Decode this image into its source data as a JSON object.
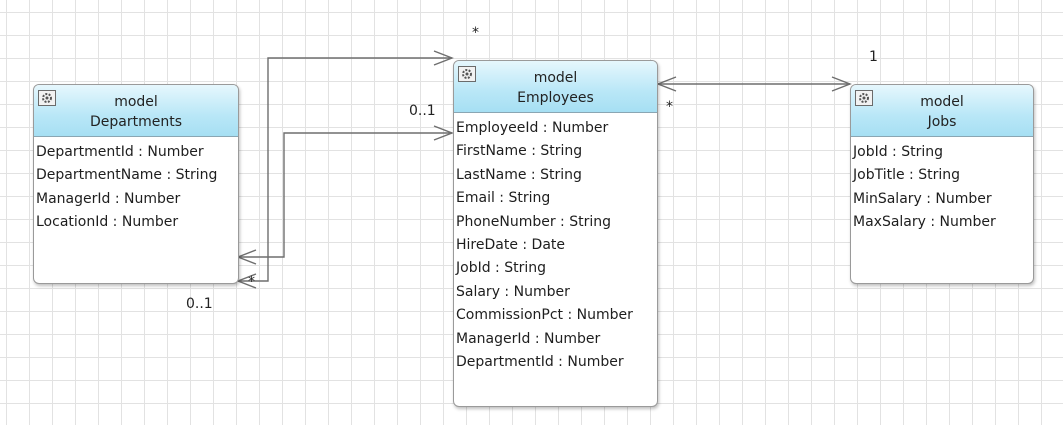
{
  "entities": {
    "departments": {
      "stereotype": "model",
      "name": "Departments",
      "attributes": [
        "DepartmentId : Number",
        "DepartmentName : String",
        "ManagerId : Number",
        "LocationId : Number"
      ]
    },
    "employees": {
      "stereotype": "model",
      "name": "Employees",
      "attributes": [
        "EmployeeId : Number",
        "FirstName : String",
        "LastName : String",
        "Email : String",
        "PhoneNumber : String",
        "HireDate : Date",
        "JobId : String",
        "Salary : Number",
        "CommissionPct : Number",
        "ManagerId : Number",
        "DepartmentId : Number"
      ]
    },
    "jobs": {
      "stereotype": "model",
      "name": "Jobs",
      "attributes": [
        "JobId : String",
        "JobTitle : String",
        "MinSalary : Number",
        "MaxSalary : Number"
      ]
    }
  },
  "multiplicities": {
    "employees_self_top": "*",
    "employees_to_departments_employee_end": "0..1",
    "departments_end_star": "*",
    "departments_end": "0..1",
    "jobs_end": "1",
    "employees_job_end": "*"
  },
  "colors": {
    "header_top": "#e6f7fd",
    "header_bottom": "#a6dff3",
    "connector": "#6e6e6e",
    "grid": "#e2e2e2"
  },
  "icons": [
    "gear-icon"
  ]
}
